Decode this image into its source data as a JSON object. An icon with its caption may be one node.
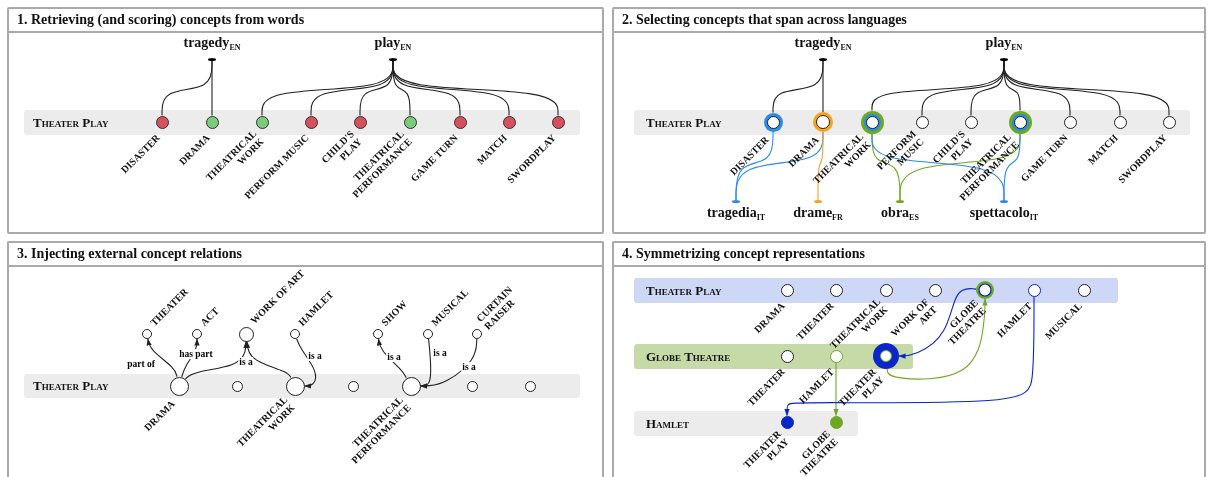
{
  "diagram": {
    "nodes": [
      {
        "text": [
          "1. Retrieving (and scoring) concepts from words"
        ]
      },
      {
        "text": [
          "tragedy$_{EN}$"
        ],
        "in": 0
      },
      {
        "text": [
          "play$_{EN}$"
        ],
        "in": 0
      },
      {
        "text": [
          "Theater Play"
        ],
        "in": 0
      },
      {
        "text": [],
        "shape": "circle",
        "in": 3,
        "beside": [
          "DISASTER"
        ]
      },
      {
        "text": [],
        "shape": "circle",
        "in": 3,
        "beside": [
          "DRAMA"
        ]
      },
      {
        "text": [],
        "shape": "circle",
        "in": 3,
        "beside": [
          "THEATRICAL WORK"
        ]
      },
      {
        "text": [],
        "shape": "circle",
        "in": 3,
        "beside": [
          "PERFORM MUSIC"
        ]
      },
      {
        "text": [],
        "shape": "circle",
        "in": 3,
        "beside": [
          "CHILD'S PLAY"
        ]
      },
      {
        "text": [],
        "shape": "circle",
        "in": 3,
        "beside": [
          "THEATRICAL PERFORMANCE"
        ]
      },
      {
        "text": [],
        "shape": "circle",
        "in": 3,
        "beside": [
          "GAME TURN"
        ]
      },
      {
        "text": [],
        "shape": "circle",
        "in": 3,
        "beside": [
          "MATCH"
        ]
      },
      {
        "text": [],
        "shape": "circle",
        "in": 3,
        "beside": [
          "SWORDPLAY"
        ]
      },
      {
        "text": [
          "2. Selecting concepts that span across languages"
        ]
      },
      {
        "text": [
          "tragedy$_{EN}$"
        ],
        "in": 13
      },
      {
        "text": [
          "play$_{EN}$"
        ],
        "in": 13
      },
      {
        "text": [
          "Theater Play"
        ],
        "in": 13
      },
      {
        "text": [],
        "shape": "circle",
        "in": 16,
        "beside": [
          "DISASTER"
        ]
      },
      {
        "text": [],
        "shape": "circle",
        "in": 16,
        "beside": [
          "DRAMA"
        ]
      },
      {
        "text": [],
        "shape": "circle",
        "in": 16,
        "beside": [
          "THEATRICAL WORK"
        ]
      },
      {
        "text": [],
        "shape": "circle",
        "in": 16,
        "beside": [
          "PERFORM MUSIC"
        ]
      },
      {
        "text": [],
        "shape": "circle",
        "in": 16,
        "beside": [
          "CHILD'S PLAY"
        ]
      },
      {
        "text": [],
        "shape": "circle",
        "in": 16,
        "beside": [
          "THEATRICAL PERFORMANCE"
        ]
      },
      {
        "text": [],
        "shape": "circle",
        "in": 16,
        "beside": [
          "GAME TURN"
        ]
      },
      {
        "text": [],
        "shape": "circle",
        "in": 16,
        "beside": [
          "MATCH"
        ]
      },
      {
        "text": [],
        "shape": "circle",
        "in": 16,
        "beside": [
          "SWORDPLAY"
        ]
      },
      {
        "text": [
          "tragedia$_{IT}$"
        ],
        "in": 13
      },
      {
        "text": [
          "drame$_{FR}$"
        ],
        "in": 13
      },
      {
        "text": [
          "obra$_{ES}$"
        ],
        "in": 13
      },
      {
        "text": [
          "spettacolo$_{IT}$"
        ],
        "in": 13
      },
      {
        "text": [
          "3. Injecting external concept relations"
        ]
      },
      {
        "text": [],
        "shape": "circle",
        "in": 30,
        "beside": [
          "THEATER"
        ]
      },
      {
        "text": [],
        "shape": "circle",
        "in": 30,
        "beside": [
          "ACT"
        ]
      },
      {
        "text": [],
        "shape": "circle",
        "in": 30,
        "beside": [
          "WORK OF ART"
        ]
      },
      {
        "text": [],
        "shape": "circle",
        "in": 30,
        "beside": [
          "HAMLET"
        ]
      },
      {
        "text": [],
        "shape": "circle",
        "in": 30,
        "beside": [
          "SHOW"
        ]
      },
      {
        "text": [],
        "shape": "circle",
        "in": 30,
        "beside": [
          "MUSICAL"
        ]
      },
      {
        "text": [],
        "shape": "circle",
        "in": 30,
        "beside": [
          "CURTAIN RAISER"
        ]
      },
      {
        "text": [
          "Theater Play"
        ],
        "in": 30
      },
      {
        "text": [],
        "shape": "circle",
        "in": 38,
        "beside": [
          "DRAMA"
        ]
      },
      {
        "text": [],
        "shape": "circle",
        "in": 38
      },
      {
        "text": [],
        "shape": "circle",
        "in": 38,
        "beside": [
          "THEATRICAL WORK"
        ]
      },
      {
        "text": [],
        "shape": "circle",
        "in": 38
      },
      {
        "text": [],
        "shape": "circle",
        "in": 38,
        "beside": [
          "THEATRICAL PERFORMANCE"
        ]
      },
      {
        "text": [],
        "shape": "circle",
        "in": 38
      },
      {
        "text": [],
        "shape": "circle",
        "in": 38
      },
      {
        "text": [
          "4. Symmetrizing concept representations"
        ]
      },
      {
        "text": [
          "Theater Play"
        ],
        "in": 46
      },
      {
        "text": [],
        "shape": "circle",
        "in": 47,
        "beside": [
          "DRAMA"
        ]
      },
      {
        "text": [],
        "shape": "circle",
        "in": 47,
        "beside": [
          "THEATER"
        ]
      },
      {
        "text": [],
        "shape": "circle",
        "in": 47,
        "beside": [
          "THEATRICAL WORK"
        ]
      },
      {
        "text": [],
        "shape": "circle",
        "in": 47,
        "beside": [
          "WORK OF ART"
        ]
      },
      {
        "text": [],
        "shape": "circle",
        "in": 47,
        "beside": [
          "GLOBE THEATRE"
        ]
      },
      {
        "text": [],
        "shape": "circle",
        "in": 47,
        "beside": [
          "HAMLET"
        ]
      },
      {
        "text": [],
        "shape": "circle",
        "in": 47,
        "beside": [
          "MUSICAL"
        ]
      },
      {
        "text": [
          "Globe Theatre"
        ],
        "in": 46
      },
      {
        "text": [],
        "shape": "circle",
        "in": 55,
        "beside": [
          "THEATER"
        ]
      },
      {
        "text": [],
        "shape": "circle",
        "in": 55,
        "beside": [
          "HAMLET"
        ]
      },
      {
        "text": [],
        "shape": "circle",
        "in": 55,
        "beside": [
          "THEATER PLAY"
        ]
      },
      {
        "text": [
          "Hamlet"
        ],
        "in": 46
      },
      {
        "text": [],
        "shape": "circle",
        "in": 59,
        "beside": [
          "THEATER PLAY"
        ]
      },
      {
        "text": [],
        "shape": "circle",
        "in": 59,
        "beside": [
          "GLOBE THEATRE"
        ]
      }
    ],
    "edges": [
      {
        "from": 1,
        "to": 4,
        "arrow": "none"
      },
      {
        "from": 1,
        "to": 5,
        "arrow": "none"
      },
      {
        "from": 2,
        "to": 6,
        "arrow": "none"
      },
      {
        "from": 2,
        "to": 7,
        "arrow": "none"
      },
      {
        "from": 2,
        "to": 8,
        "arrow": "none"
      },
      {
        "from": 2,
        "to": 9,
        "arrow": "none"
      },
      {
        "from": 2,
        "to": 10,
        "arrow": "none"
      },
      {
        "from": 2,
        "to": 11,
        "arrow": "none"
      },
      {
        "from": 2,
        "to": 12,
        "arrow": "none"
      },
      {
        "from": 14,
        "to": 17,
        "arrow": "none"
      },
      {
        "from": 14,
        "to": 18,
        "arrow": "none"
      },
      {
        "from": 15,
        "to": 19,
        "arrow": "none"
      },
      {
        "from": 15,
        "to": 20,
        "arrow": "none"
      },
      {
        "from": 15,
        "to": 21,
        "arrow": "none"
      },
      {
        "from": 15,
        "to": 22,
        "arrow": "none"
      },
      {
        "from": 15,
        "to": 23,
        "arrow": "none"
      },
      {
        "from": 15,
        "to": 24,
        "arrow": "none"
      },
      {
        "from": 15,
        "to": 25,
        "arrow": "none"
      },
      {
        "from": 26,
        "to": 17,
        "arrow": "none",
        "color": "#2a8be8"
      },
      {
        "from": 26,
        "to": 18,
        "arrow": "none",
        "color": "#2a8be8"
      },
      {
        "from": 27,
        "to": 18,
        "arrow": "none",
        "color": "#f5a31a"
      },
      {
        "from": 28,
        "to": 19,
        "arrow": "none",
        "color": "#6ea823"
      },
      {
        "from": 28,
        "to": 22,
        "arrow": "none",
        "color": "#6ea823"
      },
      {
        "from": 29,
        "to": 19,
        "arrow": "none",
        "color": "#2a8be8"
      },
      {
        "from": 29,
        "to": 22,
        "arrow": "none",
        "color": "#2a8be8"
      },
      {
        "from": 39,
        "to": 31,
        "arrow": "to",
        "label": "part of"
      },
      {
        "from": 39,
        "to": 32,
        "arrow": "to",
        "label": "has part"
      },
      {
        "from": 39,
        "to": 33,
        "arrow": "to",
        "label": "is a"
      },
      {
        "from": 41,
        "to": 33,
        "arrow": "to"
      },
      {
        "from": 34,
        "to": 41,
        "arrow": "to",
        "label": "is a"
      },
      {
        "from": 43,
        "to": 35,
        "arrow": "to",
        "label": "is a"
      },
      {
        "from": 36,
        "to": 43,
        "arrow": "to",
        "label": "is a"
      },
      {
        "from": 37,
        "to": 43,
        "arrow": "to",
        "label": "is a"
      },
      {
        "from": 52,
        "to": 58,
        "arrow": "to",
        "color": "#0a25c8"
      },
      {
        "from": 58,
        "to": 52,
        "arrow": "to",
        "color": "#6ea823"
      },
      {
        "from": 57,
        "to": 61,
        "arrow": "to",
        "color": "#6ea823"
      },
      {
        "from": 53,
        "to": 60,
        "arrow": "to",
        "color": "#0a25c8"
      }
    ]
  }
}
